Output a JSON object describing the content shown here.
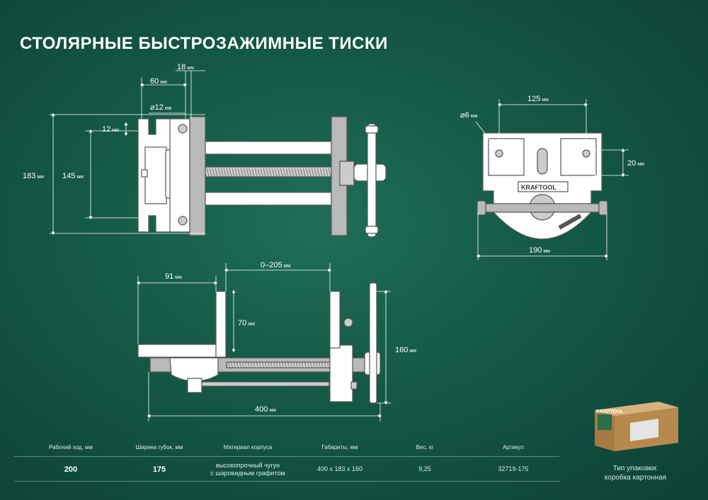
{
  "title": "СТОЛЯРНЫЕ БЫСТРОЗАЖИМНЫЕ ТИСКИ",
  "brand": "KRAFTOOL",
  "colors": {
    "background": "#145845",
    "line": "#ffffff",
    "part_fill": "#ffffff",
    "part_shade": "#b9b9b9",
    "box": "#c79a5d"
  },
  "dimensions": {
    "top_view": {
      "d18": {
        "value": "18",
        "unit": "мм"
      },
      "d60": {
        "value": "60",
        "unit": "мм"
      },
      "hole": {
        "value": "⌀12",
        "unit": "мм"
      },
      "d12": {
        "value": "12",
        "unit": "мм"
      },
      "d183": {
        "value": "183",
        "unit": "мм"
      },
      "d145": {
        "value": "145",
        "unit": "мм"
      }
    },
    "front_view": {
      "d125": {
        "value": "125",
        "unit": "мм"
      },
      "hole": {
        "value": "⌀6",
        "unit": "мм"
      },
      "d20": {
        "value": "20",
        "unit": "мм"
      },
      "d190": {
        "value": "190",
        "unit": "мм"
      }
    },
    "side_view": {
      "d91": {
        "value": "91",
        "unit": "мм"
      },
      "d0_205": {
        "value": "0–205",
        "unit": "мм"
      },
      "d70": {
        "value": "70",
        "unit": "мм"
      },
      "d160": {
        "value": "160",
        "unit": "мм"
      },
      "d400": {
        "value": "400",
        "unit": "мм"
      }
    }
  },
  "table": {
    "headers": [
      "Рабочий ход, мм",
      "Ширина губок, мм",
      "Материал корпуса",
      "Габариты, мм",
      "Вес, кг",
      "Артикул"
    ],
    "row": [
      "200",
      "175",
      "высокопрочный чугун\nс шаровидным графитом",
      "400 x 183 x 160",
      "9,25",
      "32719-175"
    ]
  },
  "packaging": {
    "label_line1": "Тип упаковки:",
    "label_line2": "коробка картонная",
    "box_brand": "KRAFTOOL"
  }
}
